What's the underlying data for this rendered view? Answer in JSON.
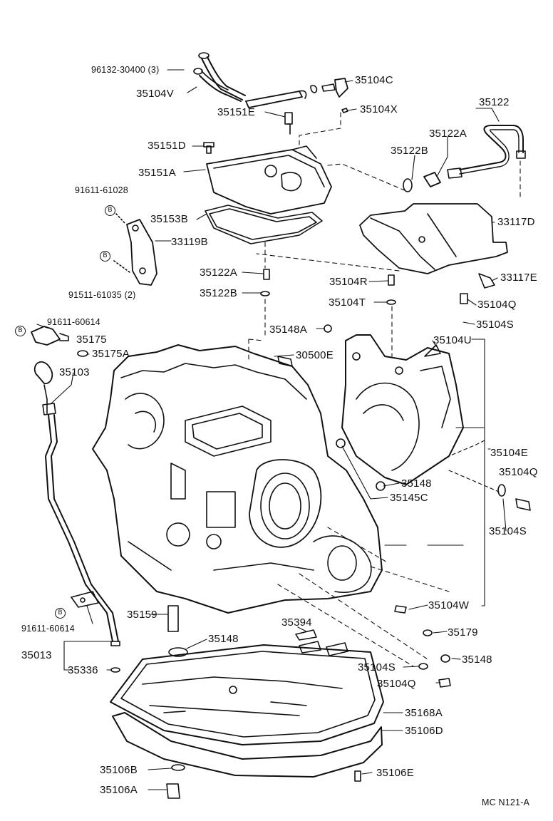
{
  "diagram": {
    "circle_mark": "B",
    "figure_code": "MC N121-A",
    "labels": {
      "p96132_30400": "96132-30400 (3)",
      "p35104C": "35104C",
      "p35104V": "35104V",
      "p35151E": "35151E",
      "p35104X": "35104X",
      "p35122": "35122",
      "p35122A_top": "35122A",
      "p35122B_top": "35122B",
      "p35151D": "35151D",
      "p35151A": "35151A",
      "p91611_61028": "91611-61028",
      "p35153B": "35153B",
      "p33117D": "33117D",
      "p33119B": "33119B",
      "p91511_61035": "91511-61035 (2)",
      "p35122A_mid": "35122A",
      "p35104R": "35104R",
      "p33117E": "33117E",
      "p35122B_mid": "35122B",
      "p35104T": "35104T",
      "p35104Q_1": "35104Q",
      "p91611_60614_top": "91611-60614",
      "p35148A": "35148A",
      "p35104S_1": "35104S",
      "p35175": "35175",
      "p35175A": "35175A",
      "p30500E": "30500E",
      "p35104U": "35104U",
      "p35103": "35103",
      "p35104E": "35104E",
      "p35104Q_2": "35104Q",
      "p35148_1": "35148",
      "p35145C": "35145C",
      "p35104S_2": "35104S",
      "p35104W": "35104W",
      "p91611_60614_bot": "91611-60614",
      "p35159": "35159",
      "p35394": "35394",
      "p35179": "35179",
      "p35148_2": "35148",
      "p35013": "35013",
      "p35148_3": "35148",
      "p35336": "35336",
      "p35104S_3": "35104S",
      "p35104Q_3": "35104Q",
      "p35168A": "35168A",
      "p35106D": "35106D",
      "p35106B": "35106B",
      "p35106E": "35106E",
      "p35106A": "35106A"
    }
  }
}
